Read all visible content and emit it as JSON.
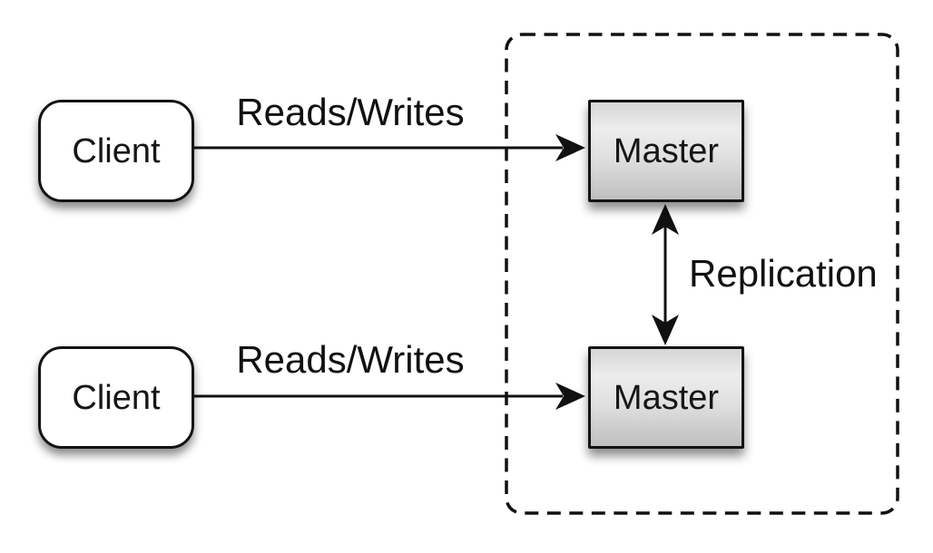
{
  "diagram": {
    "type": "architecture-diagram",
    "background": "#ffffff",
    "nodes": {
      "client_top": {
        "label": "Client",
        "shape": "rounded-rectangle",
        "fill": "#ffffff"
      },
      "client_bottom": {
        "label": "Client",
        "shape": "rounded-rectangle",
        "fill": "#ffffff"
      },
      "master_top": {
        "label": "Master",
        "shape": "rectangle",
        "fill": "gray-gradient"
      },
      "master_bottom": {
        "label": "Master",
        "shape": "rectangle",
        "fill": "gray-gradient"
      }
    },
    "groups": {
      "replication_boundary": {
        "style": "dashed-rounded-rectangle",
        "contains": [
          "master_top",
          "master_bottom"
        ]
      }
    },
    "edges": [
      {
        "id": "reads_writes_top",
        "label": "Reads/Writes",
        "from": "client_top",
        "to": "master_top",
        "direction": "one-way"
      },
      {
        "id": "reads_writes_bottom",
        "label": "Reads/Writes",
        "from": "client_bottom",
        "to": "master_bottom",
        "direction": "one-way"
      },
      {
        "id": "replication",
        "label": "Replication",
        "from": "master_top",
        "to": "master_bottom",
        "direction": "two-way"
      }
    ],
    "colors": {
      "stroke": "#111111",
      "text": "#111111",
      "master_gradient_top": "#d6d6d6",
      "master_gradient_bottom": "#bfbfbf"
    }
  }
}
